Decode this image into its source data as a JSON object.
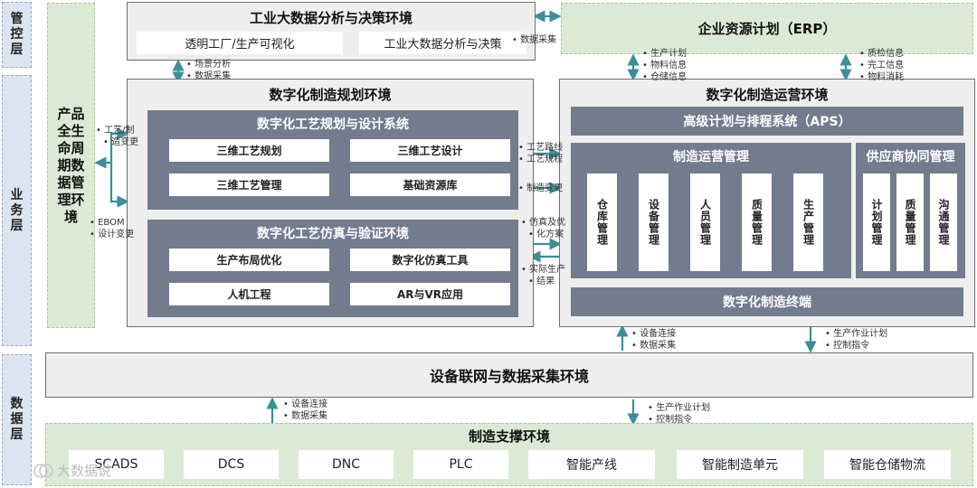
{
  "layers": {
    "mgmt": "管\n控\n层",
    "business": "业\n务\n层",
    "data": "数\n据\n层"
  },
  "plm": "产品\n全生\n命周\n期数\n据管\n理环\n境",
  "bigdata": {
    "title": "工业大数据分析与决策环境",
    "items": [
      "透明工厂/生产可视化",
      "工业大数据分析与决策"
    ]
  },
  "erp": {
    "title": "企业资源计划（ERP）"
  },
  "planning": {
    "title": "数字化制造规划环境",
    "process": {
      "title": "数字化工艺规划与设计系统",
      "items": [
        "三维工艺规划",
        "三维工艺设计",
        "三维工艺管理",
        "基础资源库"
      ]
    },
    "sim": {
      "title": "数字化工艺仿真与验证环境",
      "items": [
        "生产布局优化",
        "数字化仿真工具",
        "人机工程",
        "AR与VR应用"
      ]
    }
  },
  "ops": {
    "title": "数字化制造运营环境",
    "aps": "高级计划与排程系统（APS）",
    "mom": {
      "title": "制造运营管理",
      "items": [
        "仓库管理",
        "设备管理",
        "人员管理",
        "质量管理",
        "生产管理"
      ]
    },
    "supplier": {
      "title": "供应商协同管理",
      "items": [
        "计划管理",
        "质量管理",
        "沟通管理"
      ]
    },
    "terminal": "数字化制造终端"
  },
  "network": "设备联网与数据采集环境",
  "support": {
    "title": "制造支撑环境",
    "items": [
      "SCADS",
      "DCS",
      "DNC",
      "PLC",
      "智能产线",
      "智能制造单元",
      "智能仓储物流"
    ]
  },
  "notes": {
    "bd_to_plan": [
      "场景分析",
      "数据采集"
    ],
    "bd_to_erp": [
      "数据采集"
    ],
    "erp_left": [
      "生产计划",
      "物料信息",
      "仓储信息"
    ],
    "erp_right": [
      "质检信息",
      "完工信息",
      "物料消耗"
    ],
    "plm_top": [
      "工艺/制",
      "造变更"
    ],
    "plm_bottom": [
      "EBOM",
      "设计变更"
    ],
    "plan_ops_1": [
      "工艺路线",
      "工艺规程"
    ],
    "plan_ops_2": [
      "制造变更"
    ],
    "plan_ops_3": [
      "仿真及优",
      "化方案"
    ],
    "plan_ops_4": [
      "实际生产",
      "结果"
    ],
    "ops_net_left": [
      "设备连接",
      "数据采集"
    ],
    "ops_net_right": [
      "生产作业计划",
      "控制指令"
    ],
    "net_sup_left": [
      "设备连接",
      "数据采集"
    ],
    "net_sup_right": [
      "生产作业计划",
      "控制指令"
    ]
  },
  "watermark": "大数据说",
  "colors": {
    "arrow": "#3a8f98",
    "dark": "#737c8e",
    "green": "#dcead5",
    "layer": "#dbe4f1"
  }
}
